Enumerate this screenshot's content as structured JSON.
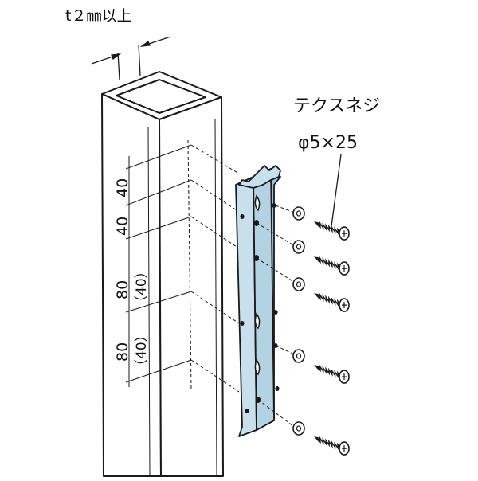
{
  "labels": {
    "thickness": "t２㎜以上",
    "screw_name": "テクスネジ",
    "screw_spec": "φ5×25",
    "dim_40a": "40",
    "dim_40b": "40",
    "dim_80a": "80",
    "dim_40c": "（40）",
    "dim_80b": "80",
    "dim_40d": "（40）"
  },
  "colors": {
    "line": "#1a1a1a",
    "bracket": "#c7e0ec",
    "bracket_shadow": "#9fc4d6",
    "post": "#ffffff"
  }
}
